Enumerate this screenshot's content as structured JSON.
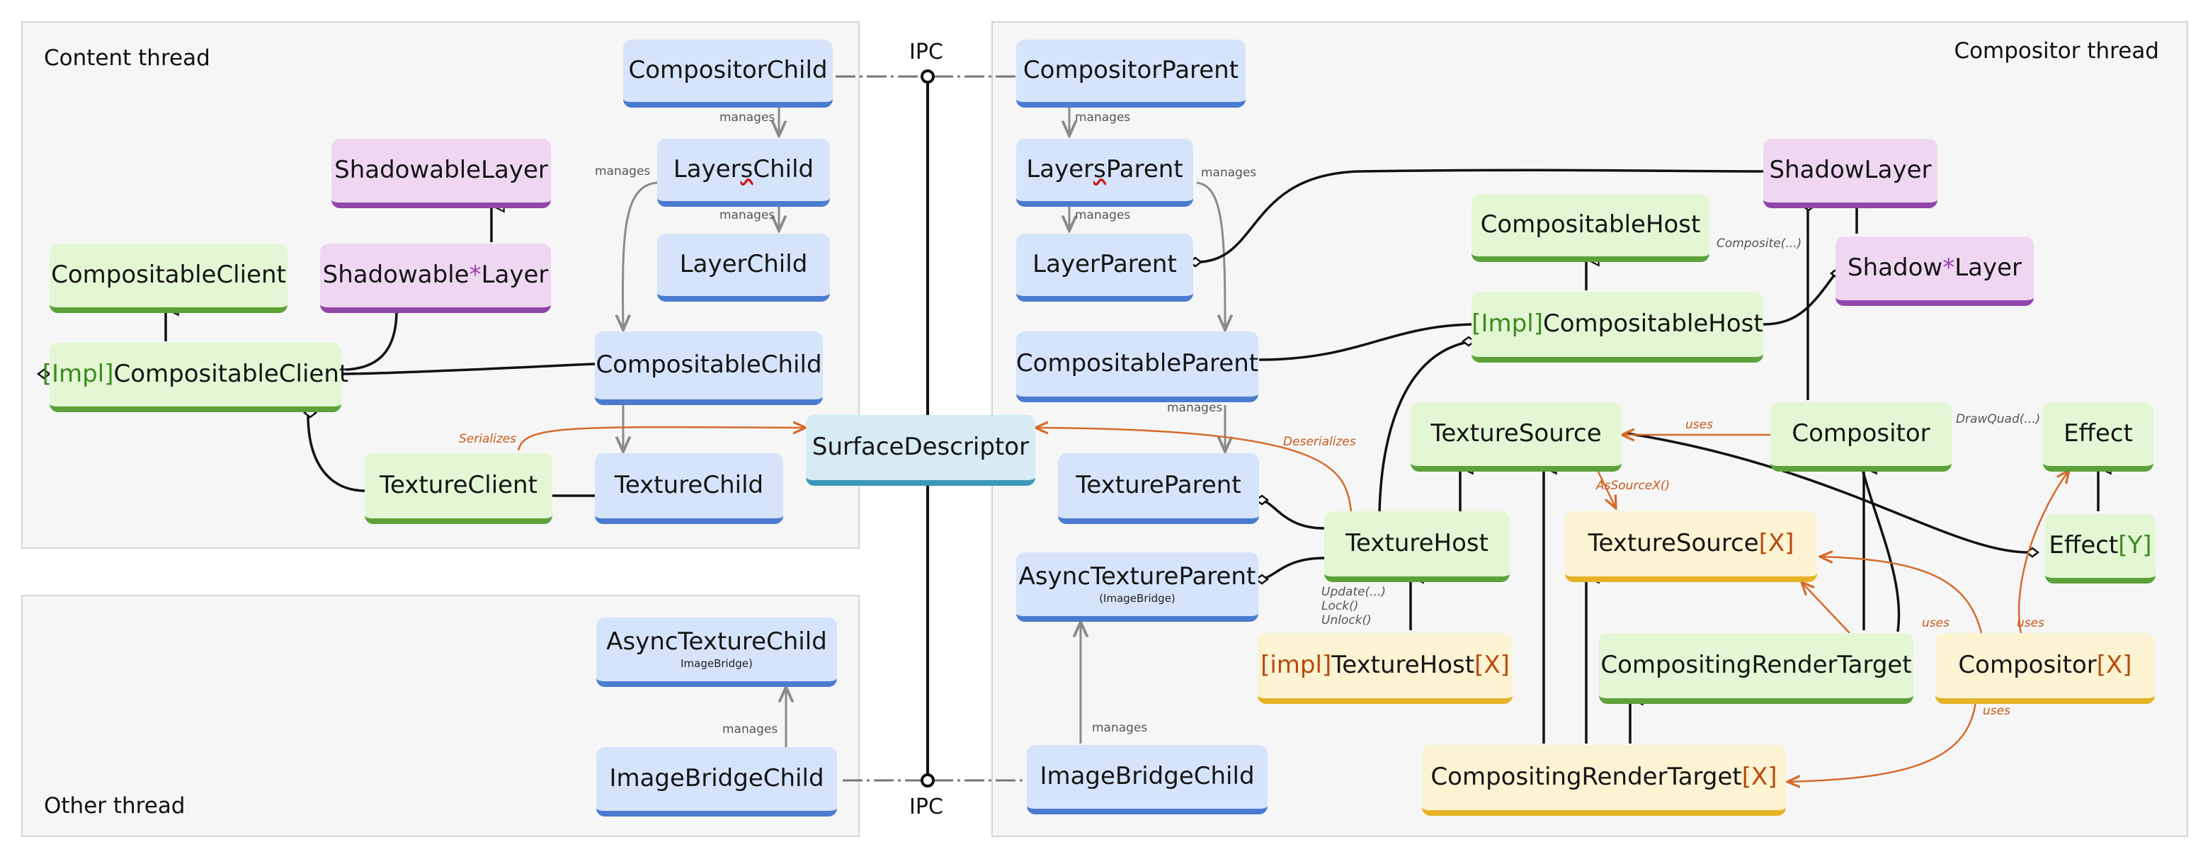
{
  "regions": {
    "content": "Content thread",
    "compositor": "Compositor thread",
    "other": "Other thread"
  },
  "ipc": {
    "top": "IPC",
    "bottom": "IPC"
  },
  "nodes": {
    "compositor_child": "CompositorChild",
    "layers_child": {
      "a": "Layer",
      "s": "s",
      "b": "Child"
    },
    "layer_child": "LayerChild",
    "shadowable_layer": "ShadowableLayer",
    "shadowable_x_layer": {
      "a": "Shadowable",
      "star": "*",
      "b": "Layer"
    },
    "compositable_client": "CompositableClient",
    "impl_compositable_client": {
      "impl": "[Impl]",
      "name": "CompositableClient"
    },
    "compositable_child": "CompositableChild",
    "texture_client": "TextureClient",
    "texture_child": "TextureChild",
    "surface_descriptor": "SurfaceDescriptor",
    "async_texture_child": {
      "name": "AsyncTextureChild",
      "sub": "ImageBridge)"
    },
    "image_bridge_child_left": "ImageBridgeChild",
    "compositor_parent": "CompositorParent",
    "layers_parent": {
      "a": "Layer",
      "s": "s",
      "b": "Parent"
    },
    "layer_parent": "LayerParent",
    "compositable_parent": "CompositableParent",
    "texture_parent": "TextureParent",
    "async_texture_parent": {
      "name": "AsyncTextureParent",
      "sub": "(ImageBridge)"
    },
    "image_bridge_child_right": "ImageBridgeChild",
    "shadow_layer": "ShadowLayer",
    "shadow_x_layer": {
      "a": "Shadow",
      "star": "*",
      "b": "Layer"
    },
    "compositable_host": "CompositableHost",
    "impl_compositable_host": {
      "impl": "[Impl]",
      "name": "CompositableHost"
    },
    "texture_source": "TextureSource",
    "compositor": "Compositor",
    "effect": "Effect",
    "effect_y": {
      "name": "Effect",
      "param": "[Y]"
    },
    "texture_host": "TextureHost",
    "texture_source_x": {
      "name": "TextureSource",
      "param": "[X]"
    },
    "impl_texture_host_x": {
      "impl": "[impl]",
      "name": "TextureHost",
      "param": "[X]"
    },
    "compositing_render_target": "CompositingRenderTarget",
    "compositor_x": {
      "name": "Compositor",
      "param": "[X]"
    },
    "compositing_render_target_x": {
      "name": "CompositingRenderTarget",
      "param": "[X]"
    }
  },
  "edge_labels": {
    "manages": "manages",
    "serializes": "Serializes",
    "deserializes": "Deserializes",
    "uses": "uses",
    "as_source_x": "AsSourceX()",
    "composite": "Composite(...)",
    "draw_quad": "DrawQuad(...)",
    "update": "Update(...)",
    "lock": "Lock()",
    "unlock": "Unlock()"
  },
  "colors": {
    "orange_edge": "#d56a2a",
    "gray_edge": "#8a8a8a",
    "black_edge": "#111111"
  }
}
